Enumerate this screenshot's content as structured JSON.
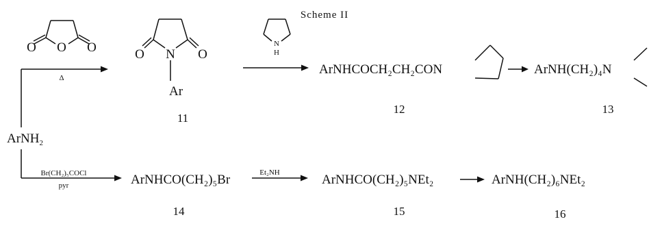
{
  "scheme": {
    "title": "Scheme II",
    "start": {
      "label": "ArNH",
      "sub": "2"
    },
    "top_route": {
      "reagent_below": "Δ",
      "c11": {
        "O_left": "O",
        "O_right": "O",
        "N": "N",
        "Ar": "Ar",
        "number": "11"
      },
      "pyrrolidine": {
        "N": "N",
        "H": "H"
      },
      "c12": {
        "text": "ArNHCOCH₂CH₂CON",
        "number": "12"
      },
      "c13": {
        "text": "ArNH(CH₂)₄N",
        "number": "13"
      }
    },
    "bottom_route": {
      "reagent_above": "Br(CH₂)₅COCl",
      "reagent_below": "pyr",
      "c14": {
        "text": "ArNHCO(CH₂)₅Br",
        "number": "14"
      },
      "reagent_2": "Et₂NH",
      "c15": {
        "text": "ArNHCO(CH₂)₅NEt₂",
        "number": "15"
      },
      "c16": {
        "text": "ArNH(CH₂)₆NEt₂",
        "number": "16"
      }
    }
  }
}
